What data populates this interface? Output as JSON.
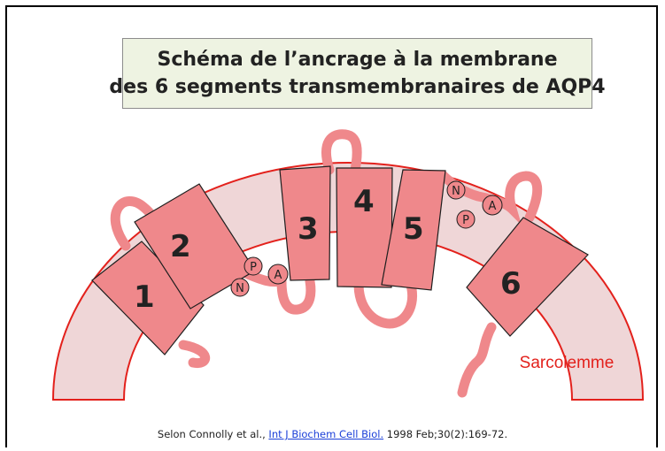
{
  "title": {
    "line1": "Schéma de l’ancrage à la membrane",
    "line2": "des 6 segments transmembranaires de AQP4"
  },
  "segments": [
    "1",
    "2",
    "3",
    "4",
    "5",
    "6"
  ],
  "motifs": {
    "first": [
      "N",
      "P",
      "A"
    ],
    "second": [
      "N",
      "P",
      "A"
    ]
  },
  "membrane_label": "Sarcolemme",
  "colors": {
    "membrane_fill": "#efd6d7",
    "membrane_edge": "#e3211c",
    "segment_fill": "#ef888b",
    "loop": "#ef888b",
    "title_bg": "#eef3e2"
  },
  "citation": {
    "prefix": "Selon Connolly et al., ",
    "journal": "Int J Biochem Cell Biol.",
    "suffix": " 1998 Feb;30(2):169-72."
  }
}
